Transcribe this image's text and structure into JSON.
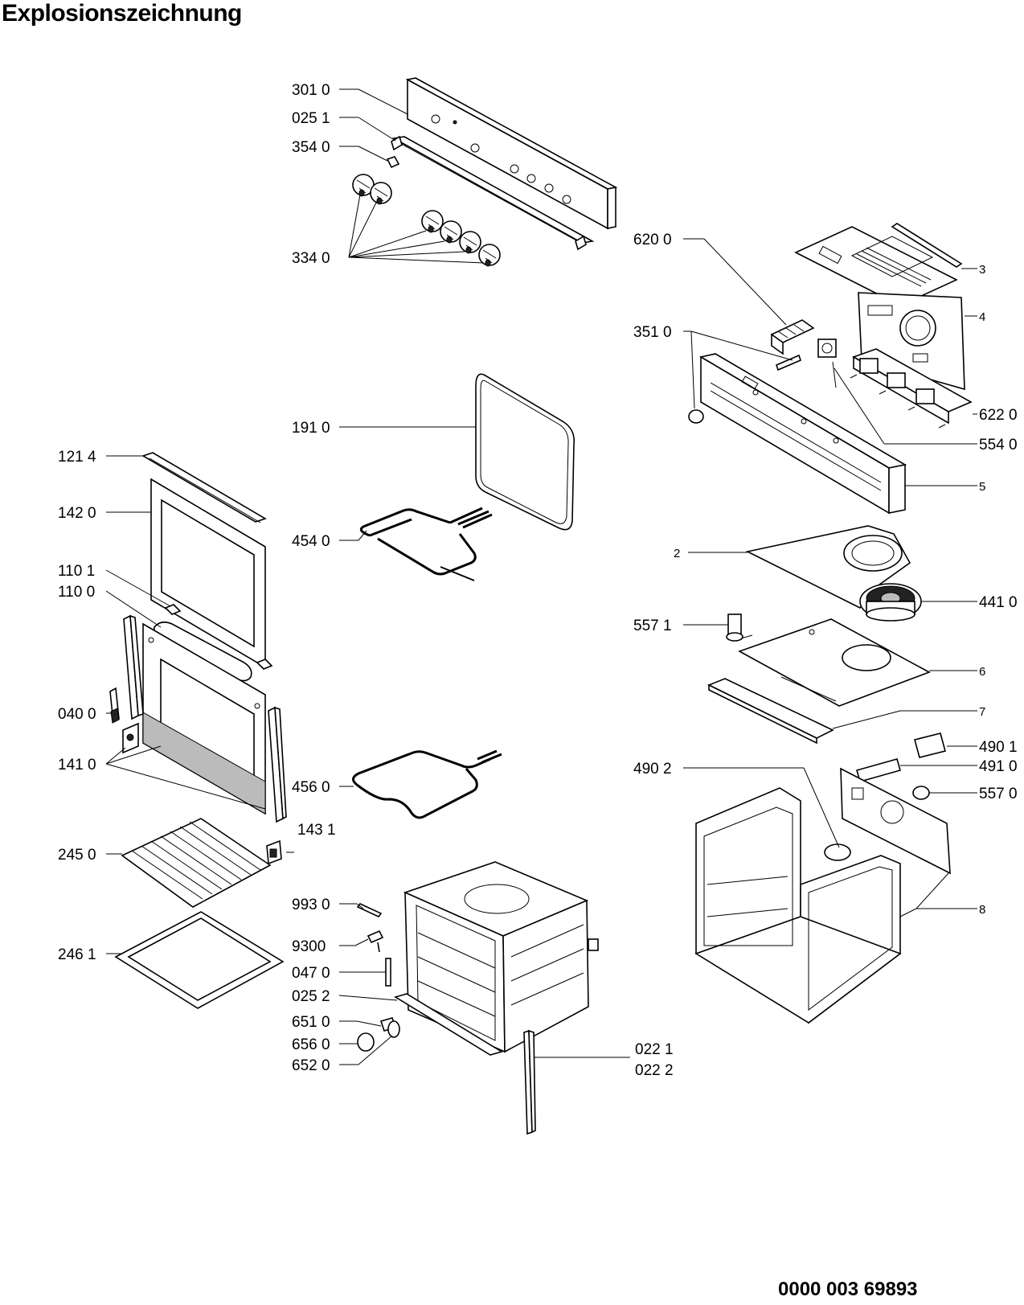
{
  "header": {
    "title": "Explosionszeichnung"
  },
  "footer": {
    "document_number": "0000 003 69893"
  },
  "callouts": {
    "p3010": "301 0",
    "p0251": "025 1",
    "p3540": "354 0",
    "p3340": "334 0",
    "p6200": "620 0",
    "p3510": "351 0",
    "p6220": "622 0",
    "p5540": "554 0",
    "p1910": "191 0",
    "p1214": "121 4",
    "p1420": "142 0",
    "p4540": "454 0",
    "p1101": "110 1",
    "p1100": "110 0",
    "p0400": "040 0",
    "p1410": "141 0",
    "p4560": "456 0",
    "p1431": "143 1",
    "p2450": "245 0",
    "p2461": "246 1",
    "p9930": "993 0",
    "p9300": "9300",
    "p0470": "047 0",
    "p0252": "025 2",
    "p6510": "651 0",
    "p6560": "656 0",
    "p6520": "652 0",
    "p0221": "022 1",
    "p0222": "022 2",
    "p4410": "441 0",
    "p5571": "557 1",
    "p4901": "490 1",
    "p4902": "490 2",
    "p4910": "491 0",
    "p5570": "557 0",
    "n2": "2",
    "n3": "3",
    "n4": "4",
    "n5": "5",
    "n6": "6",
    "n7": "7",
    "n8": "8"
  }
}
